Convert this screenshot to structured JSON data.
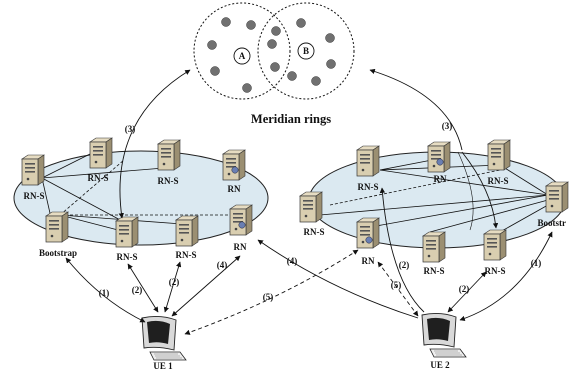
{
  "title": "Meridian rings",
  "ring_labels": {
    "a": "A",
    "b": "B"
  },
  "nodes": {
    "rn_s": "RN-S",
    "rn": "RN",
    "bootstrap_left": "Bootstrap",
    "bootstrap_right": "Bootstr"
  },
  "users": {
    "ue1": "UE 1",
    "ue2": "UE 2"
  },
  "steps": {
    "s1": "(1)",
    "s2": "(2)",
    "s3": "(3)",
    "s4": "(4)",
    "s5": "(5)"
  },
  "colors": {
    "ring_fill": "#dbe9f1",
    "user_rn_badge": "#6a7fb3",
    "dot": "#707070"
  }
}
